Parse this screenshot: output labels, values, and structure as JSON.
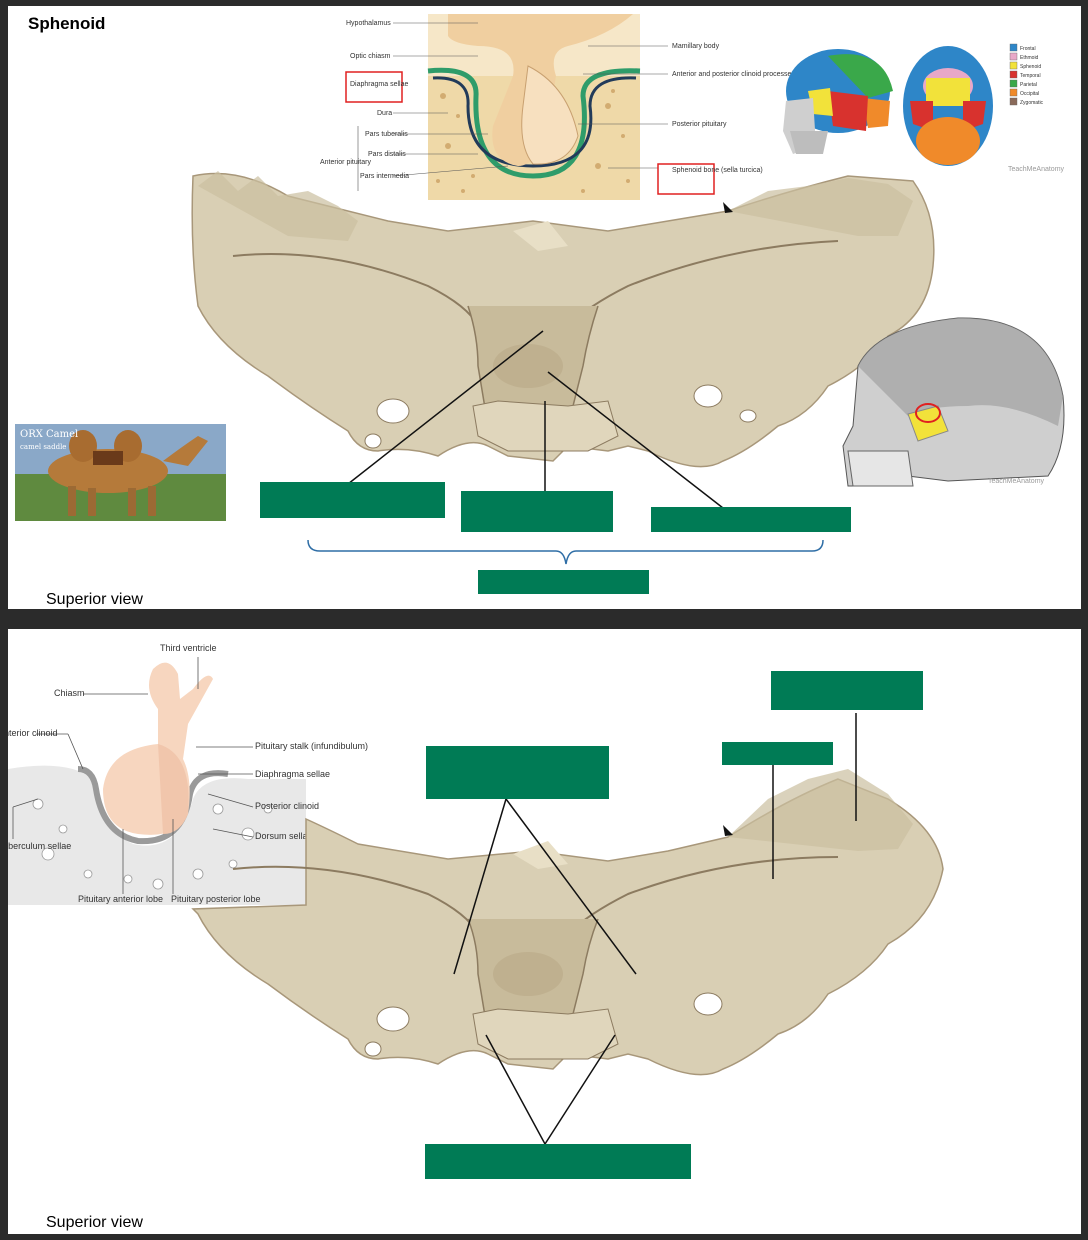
{
  "panel1": {
    "title": "Sphenoid",
    "view_label": "Superior view",
    "pituitary_diagram": {
      "labels": {
        "hypothalamus": "Hypothalamus",
        "optic_chiasm": "Optic chiasm",
        "diaphragma_sellae": "Diaphragma sellae",
        "dura": "Dura",
        "pars_tuberalis": "Pars tuberalis",
        "pars_distalis": "Pars distalis",
        "anterior_pituitary": "Anterior pituitary",
        "pars_intermedia": "Pars intermedia",
        "mamillary_body": "Mamillary body",
        "clinoid_processes": "Anterior and posterior clinoid processes",
        "posterior_pituitary": "Posterior pituitary",
        "sella_turcica": "Sphenoid bone (sella turcica)"
      }
    },
    "skull_legend": [
      {
        "name": "Frontal",
        "color": "#2e86c8"
      },
      {
        "name": "Ethmoid",
        "color": "#e8a8c8"
      },
      {
        "name": "Sphenoid",
        "color": "#f2e23a"
      },
      {
        "name": "Temporal",
        "color": "#d8322e"
      },
      {
        "name": "Parietal",
        "color": "#3aa84a"
      },
      {
        "name": "Occipital",
        "color": "#f08a2a"
      },
      {
        "name": "Zygomatic",
        "color": "#8a6a5a"
      }
    ],
    "skull_credit": "TeachMeAnatomy",
    "lateral_skull_credit": "TeachMeAnatomy",
    "camel_caption": "ORX Camel",
    "camel_subcaption": "camel saddle"
  },
  "panel2": {
    "view_label": "Superior view",
    "sellar_diagram": {
      "labels": {
        "third_ventricle": "Third ventricle",
        "chiasm": "Chiasm",
        "anterior_clinoid": "Anterior clinoid",
        "pituitary_stalk": "Pituitary stalk (infundibulum)",
        "diaphragma_sellae": "Diaphragma sellae",
        "posterior_clinoid": "Posterior clinoid",
        "dorsum_sellae": "Dorsum sellae",
        "tuberculum_sellae": "Tuberculum sellae",
        "anterior_lobe": "Pituitary anterior lobe",
        "posterior_lobe": "Pituitary posterior lobe"
      }
    }
  },
  "colors": {
    "label_box": "#007b55",
    "bone": "#d9cfb4",
    "bone_shadow": "#a8977a",
    "highlight_red": "#e02020"
  }
}
